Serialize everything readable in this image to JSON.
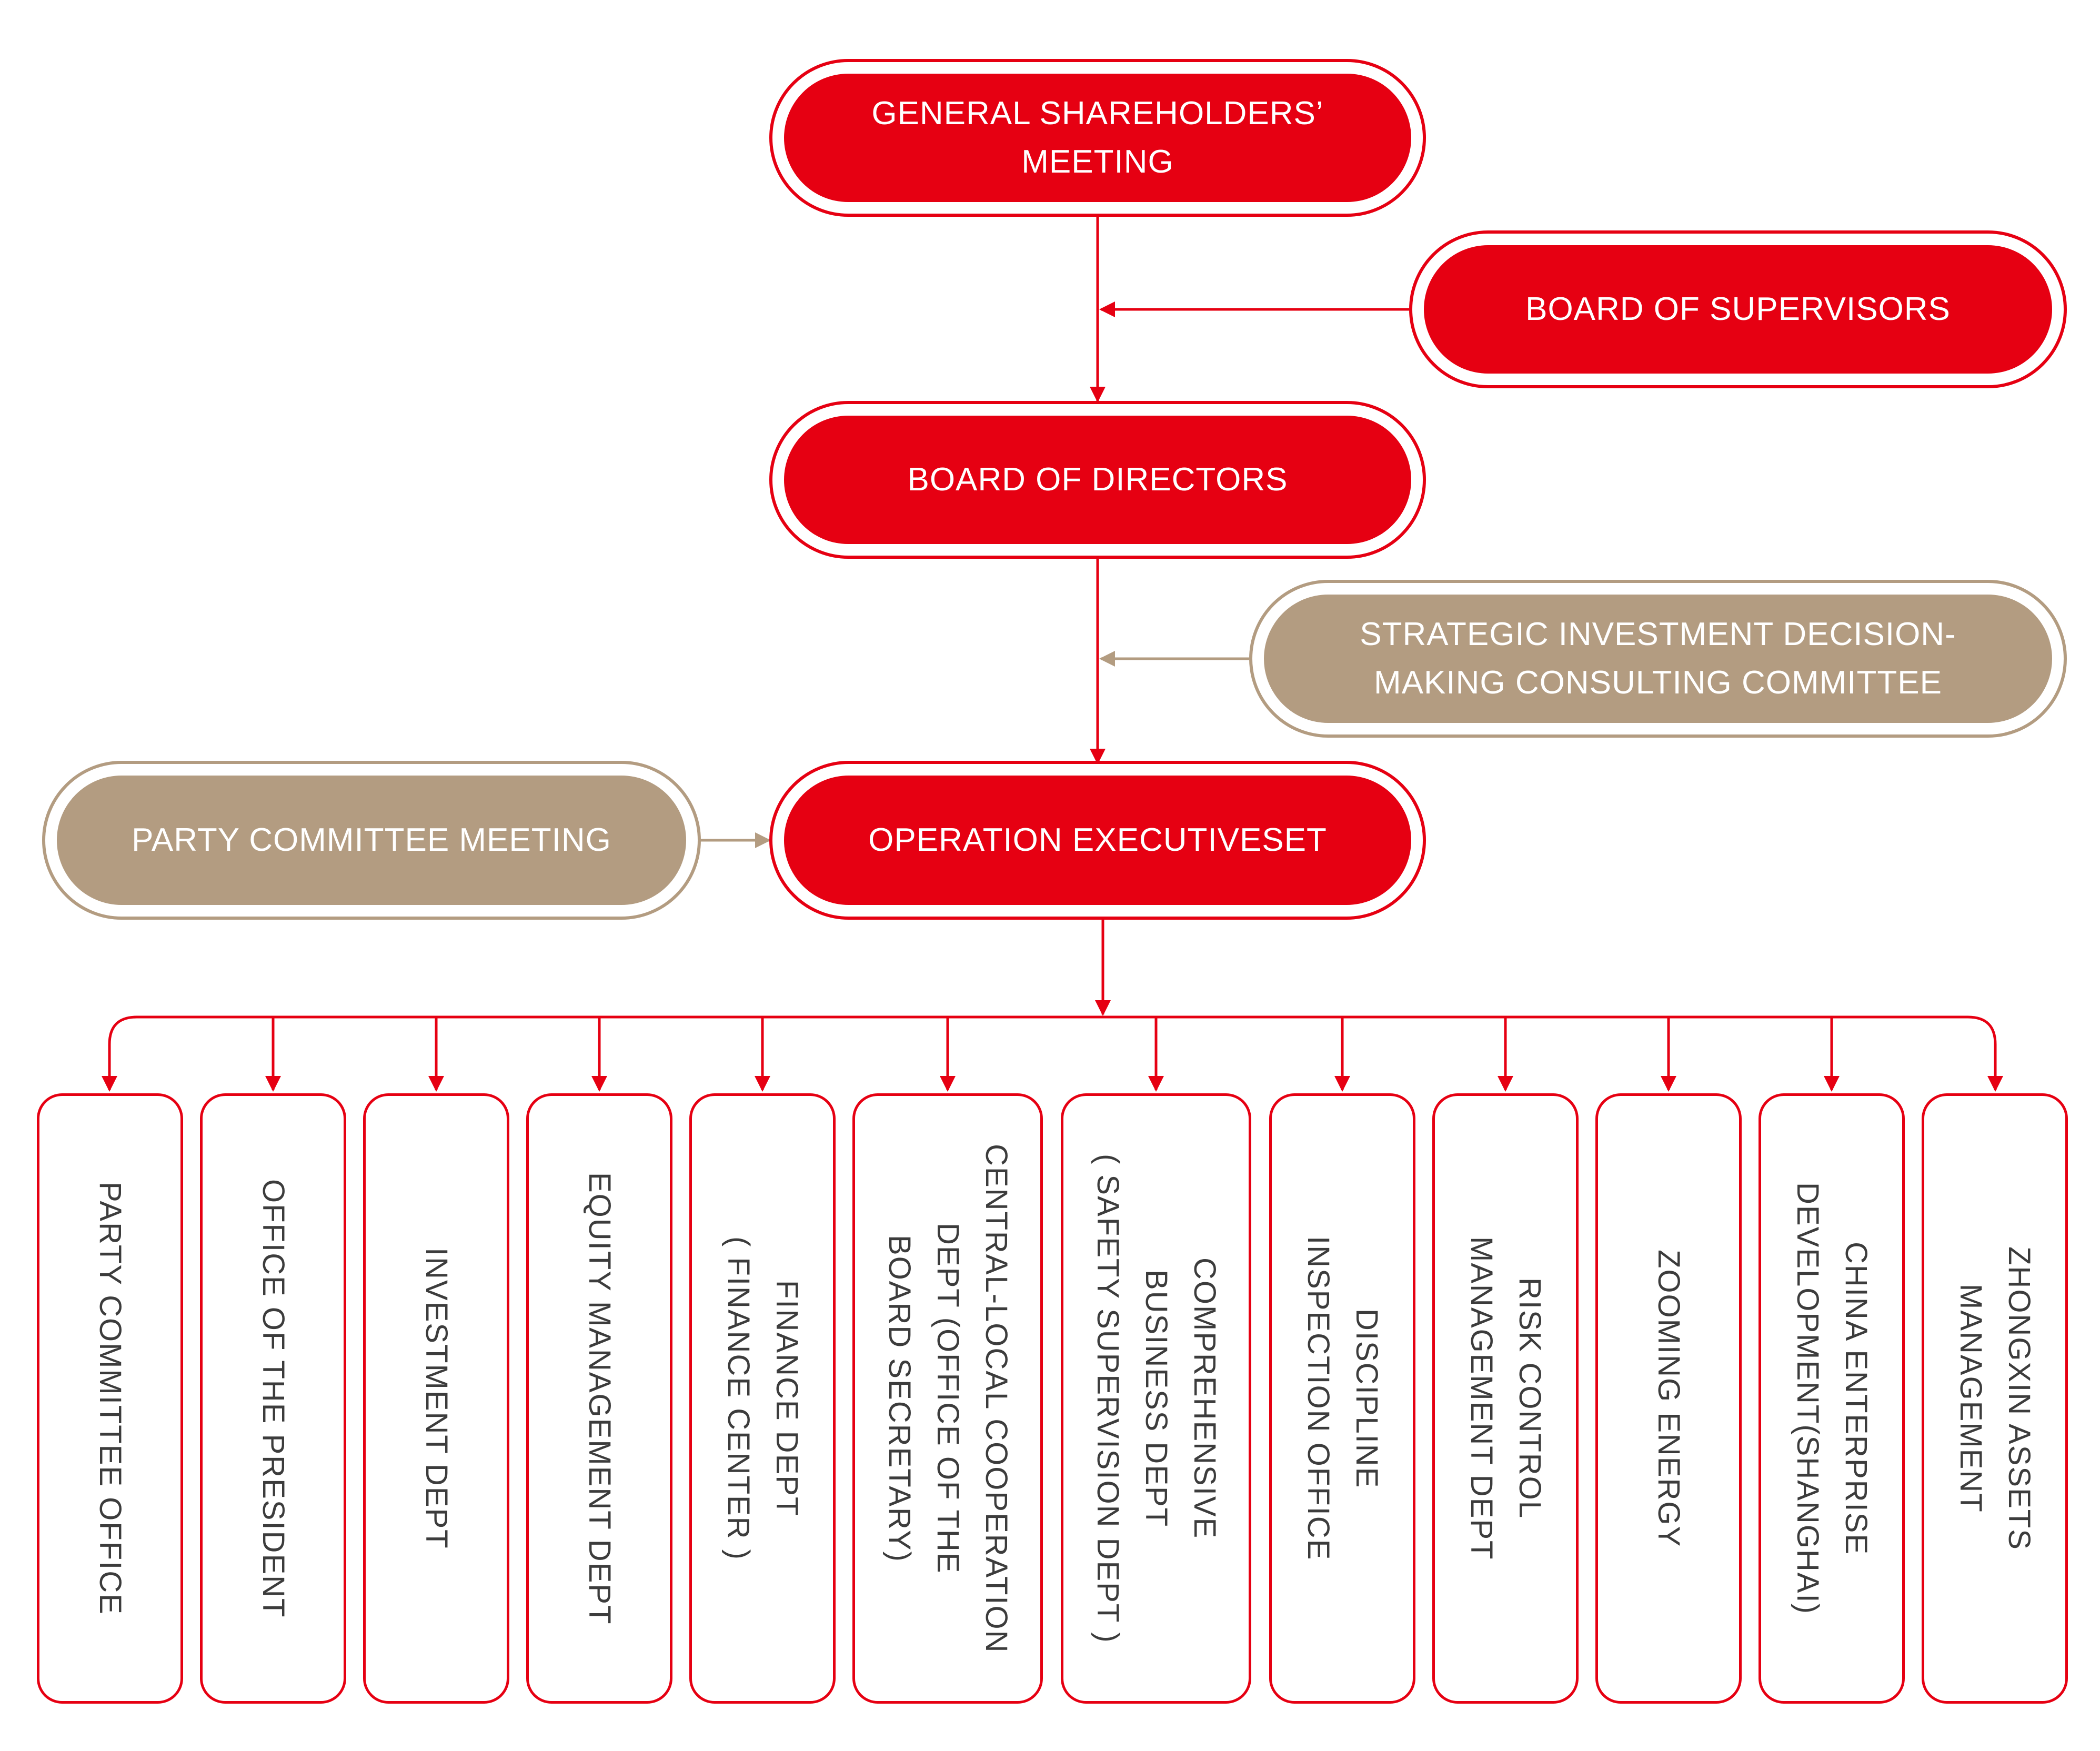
{
  "colors": {
    "primary_red": "#e60012",
    "tan": "#b39c81",
    "dept_text": "#3c3c3c"
  },
  "nodes": {
    "general_meeting": "GENERAL SHAREHOLDERS’\nMEETING",
    "supervisors": "BOARD OF SUPERVISORS",
    "directors": "BOARD OF DIRECTORS",
    "strategic_committee": "STRATEGIC INVESTMENT DECISION-\nMAKING CONSULTING COMMITTEE",
    "party_meeting": "PARTY COMMITTEE MEETING",
    "operation": "OPERATION EXECUTIVESET"
  },
  "departments": [
    "PARTY COMMITTEE OFFICE",
    "OFFICE OF THE PRESIDENT",
    "INVESTMENT DEPT",
    "EQUITY MANAGEMENT DEPT",
    "FINANCE DEPT\n( FINANCE CENTER )",
    "CENTRAL-LOCAL COOPERATION\nDEPT (OFFICE OF THE\nBOARD SECRETARY)",
    "COMPREHENSIVE\nBUSINESS DEPT\n( SAFETY SUPERVISION DEPT )",
    "DISCIPLINE\nINSPECTION OFFICE",
    "RISK CONTROL\nMANAGEMENT DEPT",
    "ZOOMING ENERGY",
    "CHINA ENTERPRISE\nDEVELOPMENT(SHANGHAI)",
    "ZHONGXIN ASSETS\nMANAGEMENT"
  ]
}
